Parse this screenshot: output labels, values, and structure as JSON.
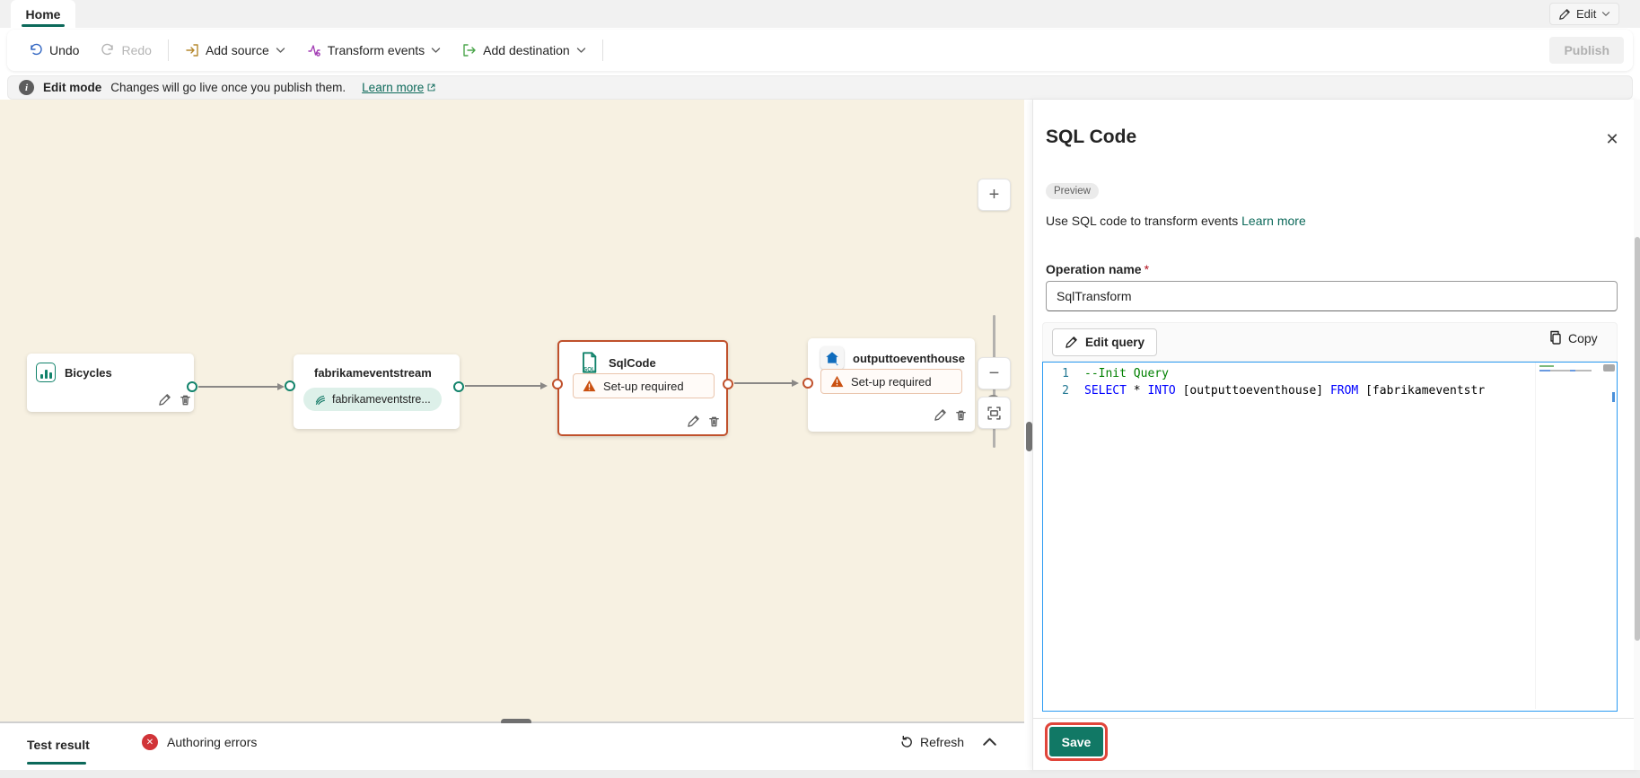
{
  "header": {
    "home_tab": "Home",
    "edit_button": "Edit",
    "publish_button": "Publish"
  },
  "toolbar": {
    "undo": "Undo",
    "redo": "Redo",
    "add_source": "Add source",
    "transform_events": "Transform events",
    "add_destination": "Add destination"
  },
  "banner": {
    "bold": "Edit mode",
    "message": "Changes will go live once you publish them.",
    "link": "Learn more"
  },
  "canvas": {
    "nodes": {
      "bicycles": {
        "title": "Bicycles"
      },
      "eventstream": {
        "title": "fabrikameventstream",
        "pill": "fabrikameventstre..."
      },
      "sqlcode": {
        "title": "SqlCode",
        "status": "Set-up required"
      },
      "eventhouse": {
        "title": "outputtoeventhouse",
        "status": "Set-up required"
      }
    },
    "zoom": {
      "plus": "+",
      "minus": "−"
    }
  },
  "panel": {
    "title": "SQL Code",
    "badge": "Preview",
    "description": "Use SQL code to transform events",
    "link": "Learn more",
    "operation_name": {
      "label": "Operation name",
      "required": "*",
      "value": "SqlTransform"
    },
    "editor_toolbar": {
      "edit_query": "Edit query",
      "copy": "Copy"
    },
    "code": {
      "lines": [
        {
          "num": "1",
          "tokens": [
            {
              "text": "--Init Query",
              "type": "comment"
            }
          ]
        },
        {
          "num": "2",
          "tokens": [
            {
              "text": "SELECT",
              "type": "keyword"
            },
            {
              "text": " * ",
              "type": "plain"
            },
            {
              "text": "INTO",
              "type": "keyword"
            },
            {
              "text": " [outputtoeventhouse] ",
              "type": "plain"
            },
            {
              "text": "FROM",
              "type": "keyword"
            },
            {
              "text": " [fabrikameventstr",
              "type": "plain"
            }
          ]
        }
      ]
    },
    "save_button": "Save"
  },
  "bottom_bar": {
    "test_result_tab": "Test result",
    "authoring_errors": "Authoring errors",
    "refresh": "Refresh"
  },
  "colors": {
    "accent_teal": "#117865",
    "warning_orange": "#c0512c",
    "error_red": "#d13438",
    "editor_border_blue": "#2b9bf2",
    "canvas_background": "#f7f1e2",
    "save_highlight_red": "#e0453a"
  }
}
